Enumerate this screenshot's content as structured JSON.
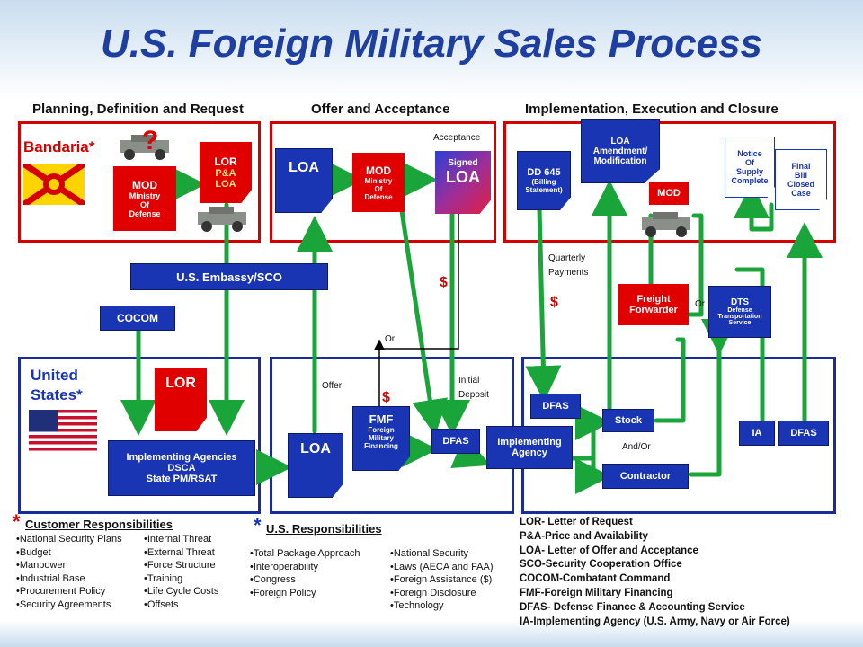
{
  "title": "U.S. Foreign Military Sales Process",
  "headers": {
    "planning": "Planning, Definition and Request",
    "offer": "Offer and Acceptance",
    "implementation": "Implementation, Execution and Closure"
  },
  "customer": {
    "name": "Bandaria*",
    "mod": {
      "title": "MOD",
      "sub1": "Ministry",
      "sub2": "Of",
      "sub3": "Defense"
    },
    "question": "?",
    "lor": {
      "title": "LOR",
      "sub1": "P&A",
      "sub2": "LOA"
    }
  },
  "offer_panel": {
    "loa": "LOA",
    "mod": {
      "title": "MOD",
      "sub1": "Ministry",
      "sub2": "Of",
      "sub3": "Defense"
    },
    "acceptance": "Acceptance",
    "signed": "Signed",
    "signed_loa": "LOA"
  },
  "impl_panel": {
    "dd645": {
      "title": "DD 645",
      "sub1": "(Billing",
      "sub2": "Statement)"
    },
    "loa_amend": {
      "l1": "LOA",
      "l2": "Amendment/",
      "l3": "Modification"
    },
    "mod": "MOD",
    "notice": {
      "l1": "Notice",
      "l2": "Of",
      "l3": "Supply",
      "l4": "Complete"
    },
    "final": {
      "l1": "Final",
      "l2": "Bill",
      "l3": "Closed",
      "l4": "Case"
    }
  },
  "middle": {
    "embassy": "U.S. Embassy/SCO",
    "cocom": "COCOM",
    "quarterly": "Quarterly",
    "payments": "Payments",
    "freight": {
      "l1": "Freight",
      "l2": "Forwarder"
    },
    "or_freight": "Or",
    "dts": {
      "l1": "DTS",
      "l2": "Defense",
      "l3": "Transportation",
      "l4": "Service"
    },
    "or_mid": "Or",
    "dollar": "$"
  },
  "us_side": {
    "label1": "United",
    "label2": "States*",
    "lor": "LOR",
    "agencies": {
      "l1": "Implementing Agencies",
      "l2": "DSCA",
      "l3": "State PM/RSAT"
    },
    "offer": "Offer",
    "loa": "LOA",
    "fmf": {
      "title": "FMF",
      "l1": "Foreign",
      "l2": "Military",
      "l3": "Financing"
    },
    "initial1": "Initial",
    "initial2": "Deposit",
    "dfas": "DFAS",
    "implementing": {
      "l1": "Implementing",
      "l2": "Agency"
    },
    "stock": "Stock",
    "andor": "And/Or",
    "contractor": "Contractor",
    "ia": "IA"
  },
  "customer_resp": {
    "star": "*",
    "title": "Customer Responsibilities",
    "col1": [
      "•National Security Plans",
      "•Budget",
      "•Manpower",
      "•Industrial Base",
      "•Procurement Policy",
      "•Security Agreements"
    ],
    "col2": [
      "•Internal Threat",
      "•External Threat",
      "•Force Structure",
      "•Training",
      "•Life Cycle Costs",
      "•Offsets"
    ]
  },
  "us_resp": {
    "star": "*",
    "title": "U.S. Responsibilities",
    "col1": [
      "•Total Package Approach",
      "•Interoperability",
      "•Congress",
      "•Foreign Policy"
    ],
    "col2": [
      "•National Security",
      "•Laws (AECA and FAA)",
      "•Foreign Assistance ($)",
      "•Foreign Disclosure",
      "•Technology"
    ]
  },
  "legend": [
    "LOR- Letter of Request",
    "P&A-Price and Availability",
    "LOA- Letter of Offer and Acceptance",
    "SCO-Security Cooperation Office",
    "COCOM-Combatant Command",
    "FMF-Foreign Military Financing",
    "DFAS- Defense Finance & Accounting Service",
    "IA-Implementing Agency (U.S. Army, Navy or Air Force)"
  ],
  "colors": {
    "title": "#1f3fa0",
    "blue_box": "#1a35b3",
    "red_box": "#e00000",
    "arrow": "#1aa53a",
    "panel_red": "#d40000",
    "panel_blue": "#1a2c9a"
  },
  "icons": [
    "humvee-icon",
    "bandaria-flag-icon",
    "us-flag-icon"
  ]
}
